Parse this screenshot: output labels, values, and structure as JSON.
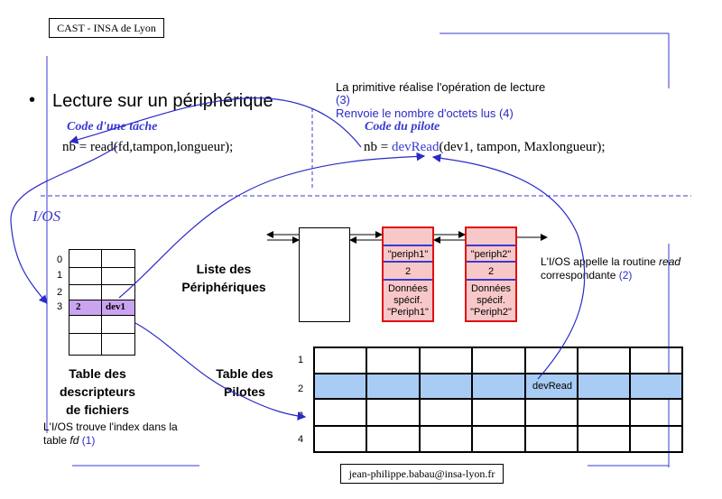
{
  "header_box": "CAST - INSA de Lyon",
  "footer_email": "jean-philippe.babau@insa-lyon.fr",
  "bullet": "•",
  "title": "Lecture sur un périphérique",
  "user_code": {
    "label": "Code d'une tâche",
    "code": "nb = read(fd,tampon,longueur);"
  },
  "driver_code": {
    "label": "Code du pilote",
    "code_prefix": "nb = ",
    "code_func": "devRead",
    "code_suffix": "(dev1, tampon, Maxlongueur);"
  },
  "primitive_note": {
    "line1": "La primitive réalise l'opération de lecture",
    "line2": "(3)",
    "line3": "Renvoie le nombre d'octets lus (4)"
  },
  "ios_label": "I/OS",
  "fd_table": {
    "indices": [
      "0",
      "1",
      "2",
      "3"
    ],
    "row3": [
      "2",
      "dev1"
    ],
    "caption_lines": [
      "Table des",
      "descripteurs",
      "de fichiers"
    ],
    "note_line1": "L'I/OS trouve l'index dans la",
    "note_line2_prefix": "table ",
    "note_line2_italic": "fd",
    "note_line2_suffix": "(1)"
  },
  "device_list": {
    "caption_lines": [
      "Liste des",
      "Périphériques"
    ],
    "periph1": {
      "name": "\"periph1\"",
      "index": "2",
      "data_lines": [
        "Données",
        "spécif.",
        "\"Periph1\""
      ]
    },
    "periph2": {
      "name": "\"periph2\"",
      "index": "2",
      "data_lines": [
        "Données",
        "spécif.",
        "\"Periph2\""
      ]
    }
  },
  "ios_routine_note": {
    "line1_prefix": "L'I/OS appelle la routine ",
    "line1_italic": "read",
    "line2_prefix": "correspondante ",
    "line2_ref": "(2)"
  },
  "driver_table": {
    "caption_lines": [
      "Table des",
      "Pilotes"
    ],
    "row_labels": [
      "1",
      "2",
      "3",
      "4"
    ],
    "highlight_cell": "devRead"
  },
  "colors": {
    "arrow_blue": "#2a2ac8",
    "highlight_purple": "#c9a4f0",
    "highlight_blue": "#a8ccf4",
    "periph_red": "#e01010",
    "periph_fill": "#f8c8c8"
  }
}
